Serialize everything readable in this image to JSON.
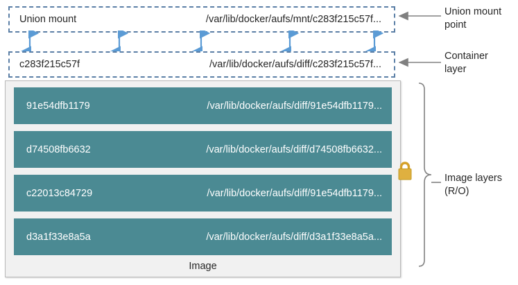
{
  "diagram": {
    "title": "Docker AUFS storage driver layer diagram",
    "colors": {
      "layer_fill": "#4b8a93",
      "dashed_border": "#5b7fa6",
      "connector_arrow": "#5b9bd5",
      "panel_background": "#f1f1f1",
      "panel_border": "#b9b9b9",
      "annotation_arrow": "#808080",
      "padlock": "#d5a129",
      "text_dark": "#262626",
      "text_light": "#ffffff"
    },
    "union_mount": {
      "label": "Union mount",
      "path": "/var/lib/docker/aufs/mnt/c283f215c57f...",
      "annotation": "Union mount\npoint"
    },
    "container_layer": {
      "label": "c283f215c57f",
      "path": "/var/lib/docker/aufs/diff/c283f215c57f...",
      "annotation": "Container\nlayer"
    },
    "connectors": {
      "icon": "double-headed-vertical-arrow",
      "count": 5,
      "x_positions": [
        43,
        172,
        290,
        418,
        540
      ]
    },
    "image_panel": {
      "caption": "Image",
      "annotation": "Image layers\n(R/O)",
      "lock_icon": "padlock-icon",
      "layers": [
        {
          "id": "91e54dfb1179",
          "path": "/var/lib/docker/aufs/diff/91e54dfb1179..."
        },
        {
          "id": "d74508fb6632",
          "path": "/var/lib/docker/aufs/diff/d74508fb6632..."
        },
        {
          "id": "c22013c84729",
          "path": "/var/lib/docker/aufs/diff/91e54dfb1179..."
        },
        {
          "id": "d3a1f33e8a5a",
          "path": "/var/lib/docker/aufs/diff/d3a1f33e8a5a..."
        }
      ]
    }
  }
}
